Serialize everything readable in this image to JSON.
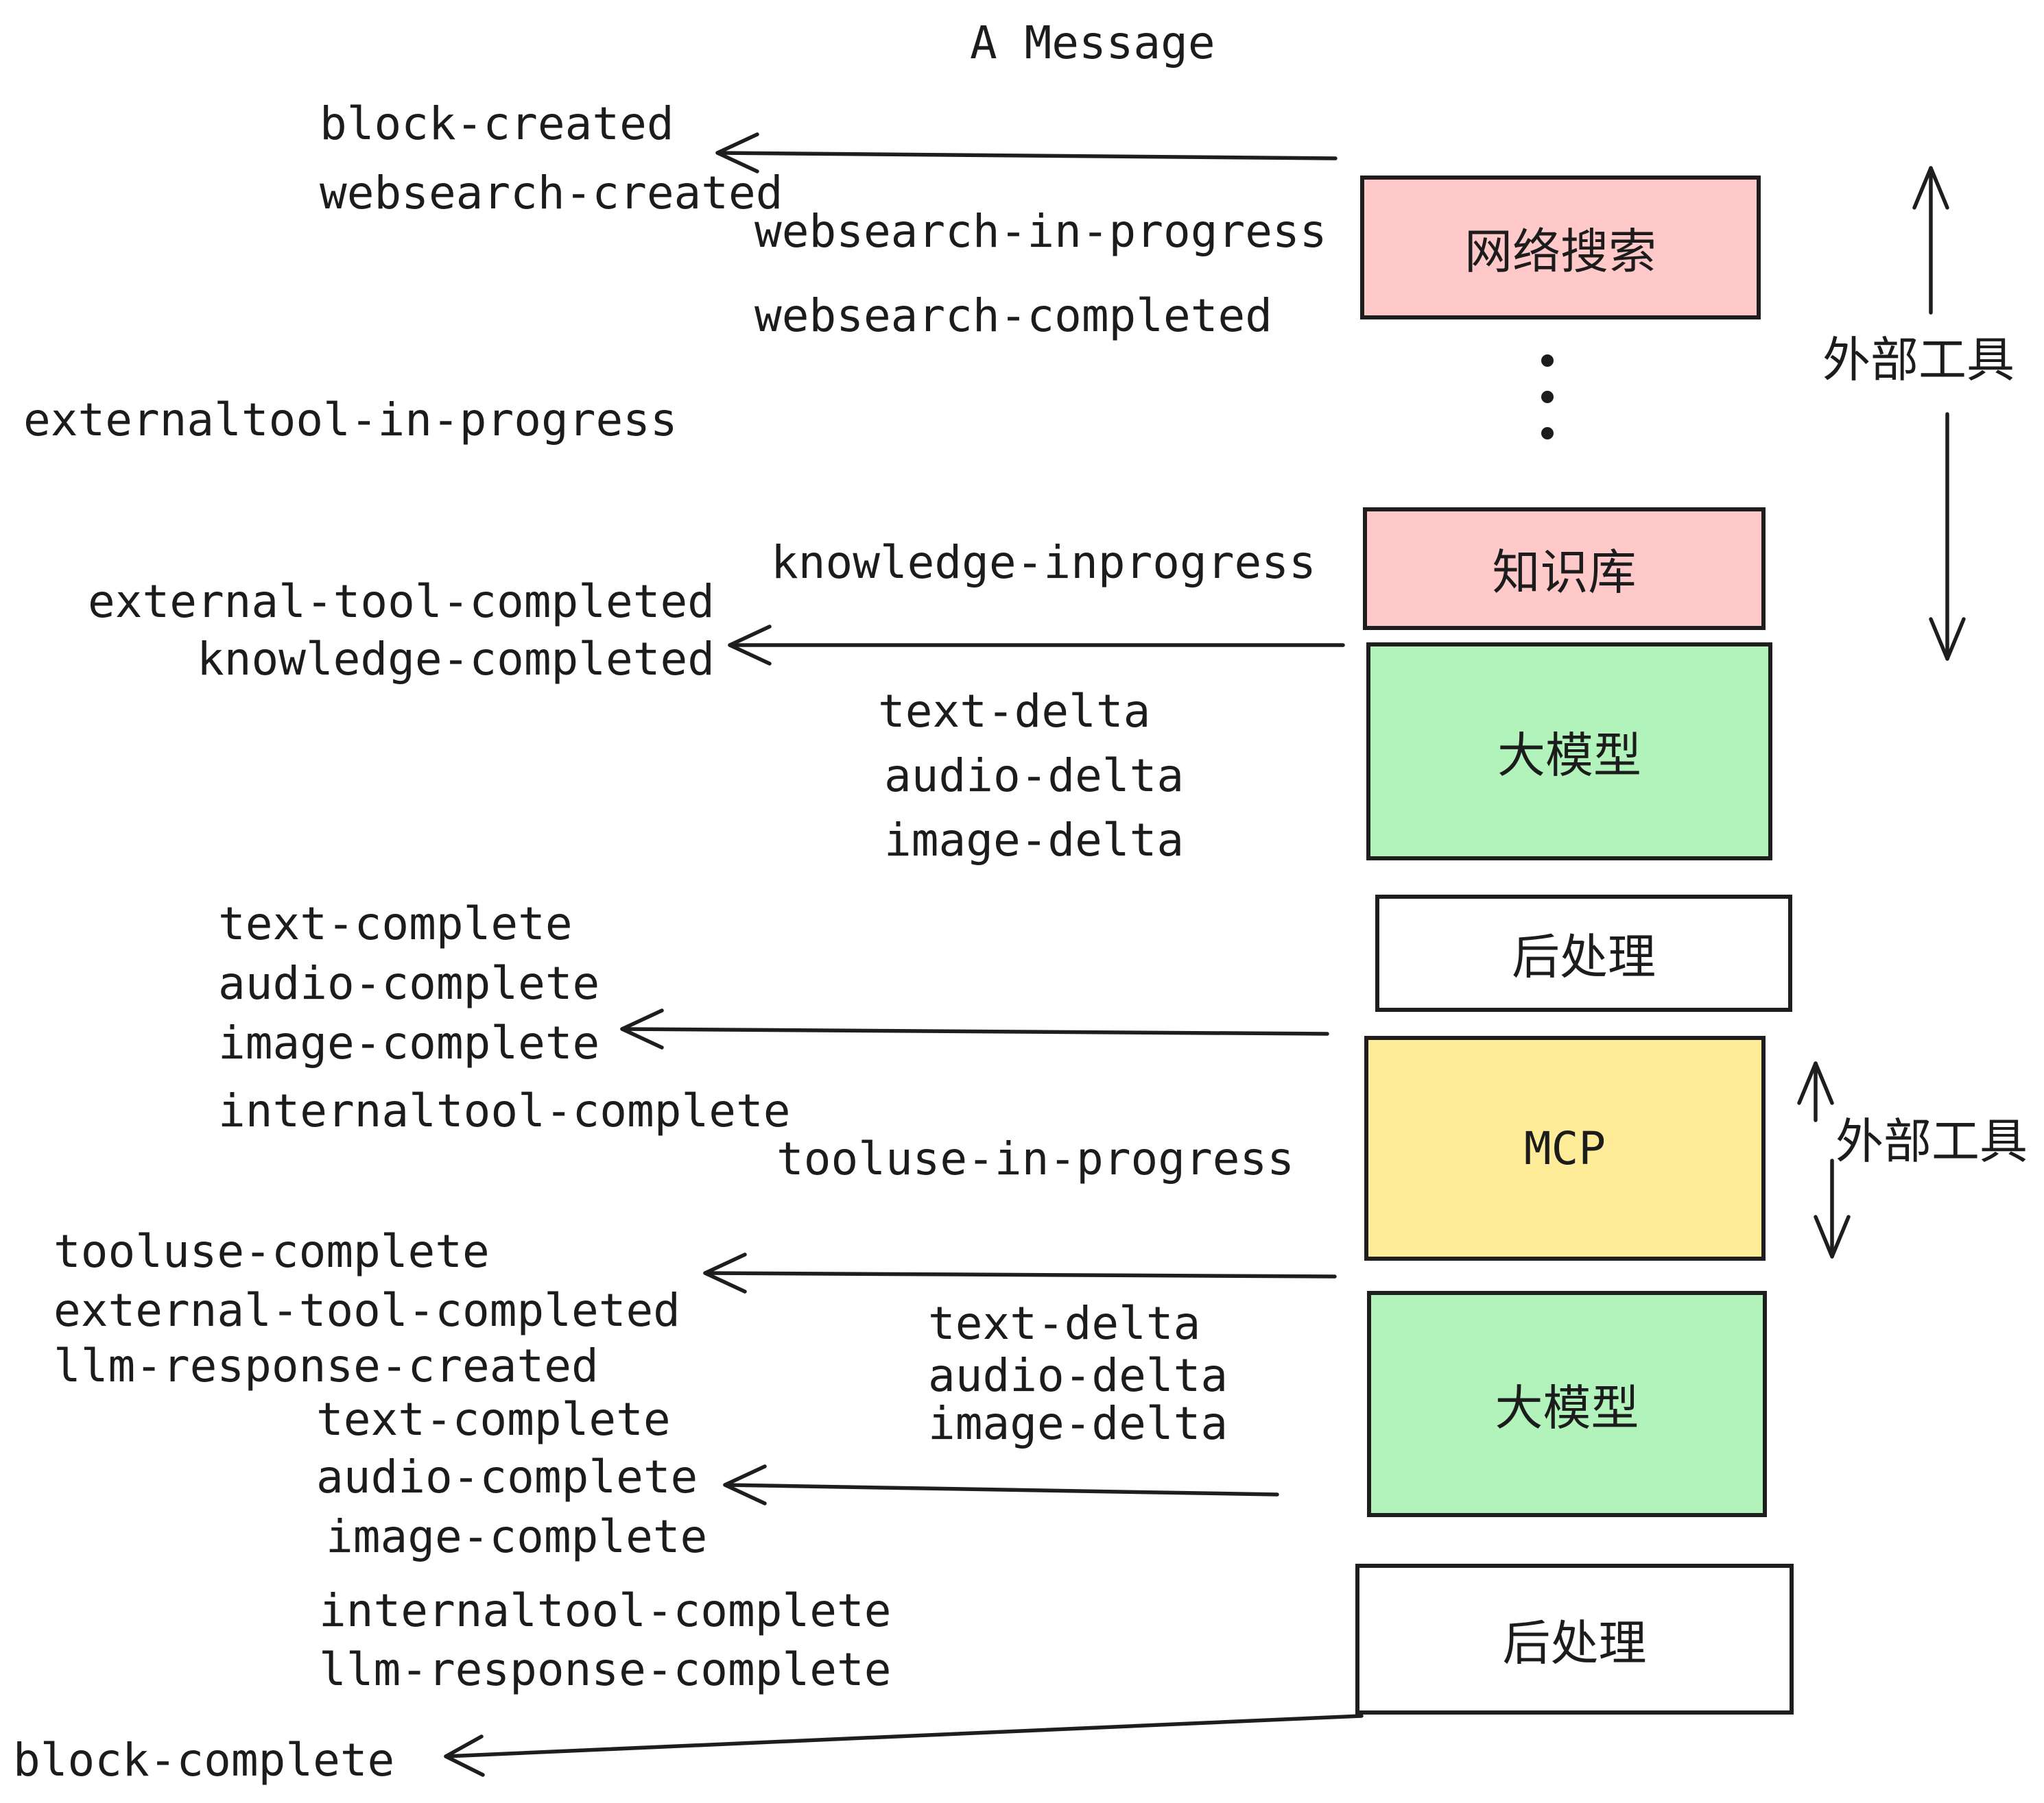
{
  "title": "A Message",
  "colors": {
    "background": "#ffffff",
    "stroke": "#1e1e1e",
    "text": "#1c1c1c",
    "pink": "#ffc9c9",
    "green": "#b2f2bb",
    "yellow": "#ffec99",
    "white_box": "#ffffff"
  },
  "events": {
    "block_created": "block-created",
    "websearch_created": "websearch-created",
    "websearch_in_progress": "websearch-in-progress",
    "websearch_completed": "websearch-completed",
    "externaltool_in_progress": "externaltool-in-progress",
    "knowledge_inprogress": "knowledge-inprogress",
    "external_tool_completed_1": "external-tool-completed",
    "knowledge_completed": "knowledge-completed",
    "text_delta_1": "text-delta",
    "audio_delta_1": "audio-delta",
    "image_delta_1": "image-delta",
    "text_complete_1": "text-complete",
    "audio_complete_1": "audio-complete",
    "image_complete_1": "image-complete",
    "internaltool_complete_1": "internaltool-complete",
    "tooluse_in_progress": "tooluse-in-progress",
    "tooluse_complete": "tooluse-complete",
    "external_tool_completed_2": "external-tool-completed",
    "llm_response_created": "llm-response-created",
    "text_delta_2": "text-delta",
    "audio_delta_2": "audio-delta",
    "image_delta_2": "image-delta",
    "text_complete_2": "text-complete",
    "audio_complete_2": "audio-complete",
    "image_complete_2": "image-complete",
    "internaltool_complete_2": "internaltool-complete",
    "llm_response_complete": "llm-response-complete",
    "block_complete": "block-complete"
  },
  "boxes": {
    "websearch": {
      "label": "网络搜索",
      "fill": "#ffc9c9"
    },
    "knowledge": {
      "label": "知识库",
      "fill": "#ffc9c9"
    },
    "llm_1": {
      "label": "大模型",
      "fill": "#b2f2bb"
    },
    "postprocess_1": {
      "label": "后处理",
      "fill": "#ffffff"
    },
    "mcp": {
      "label": "MCP",
      "fill": "#ffec99"
    },
    "llm_2": {
      "label": "大模型",
      "fill": "#b2f2bb"
    },
    "postprocess_2": {
      "label": "后处理",
      "fill": "#ffffff"
    }
  },
  "side_labels": {
    "external_tools_top": "外部工具",
    "external_tools_bottom": "外部工具"
  }
}
